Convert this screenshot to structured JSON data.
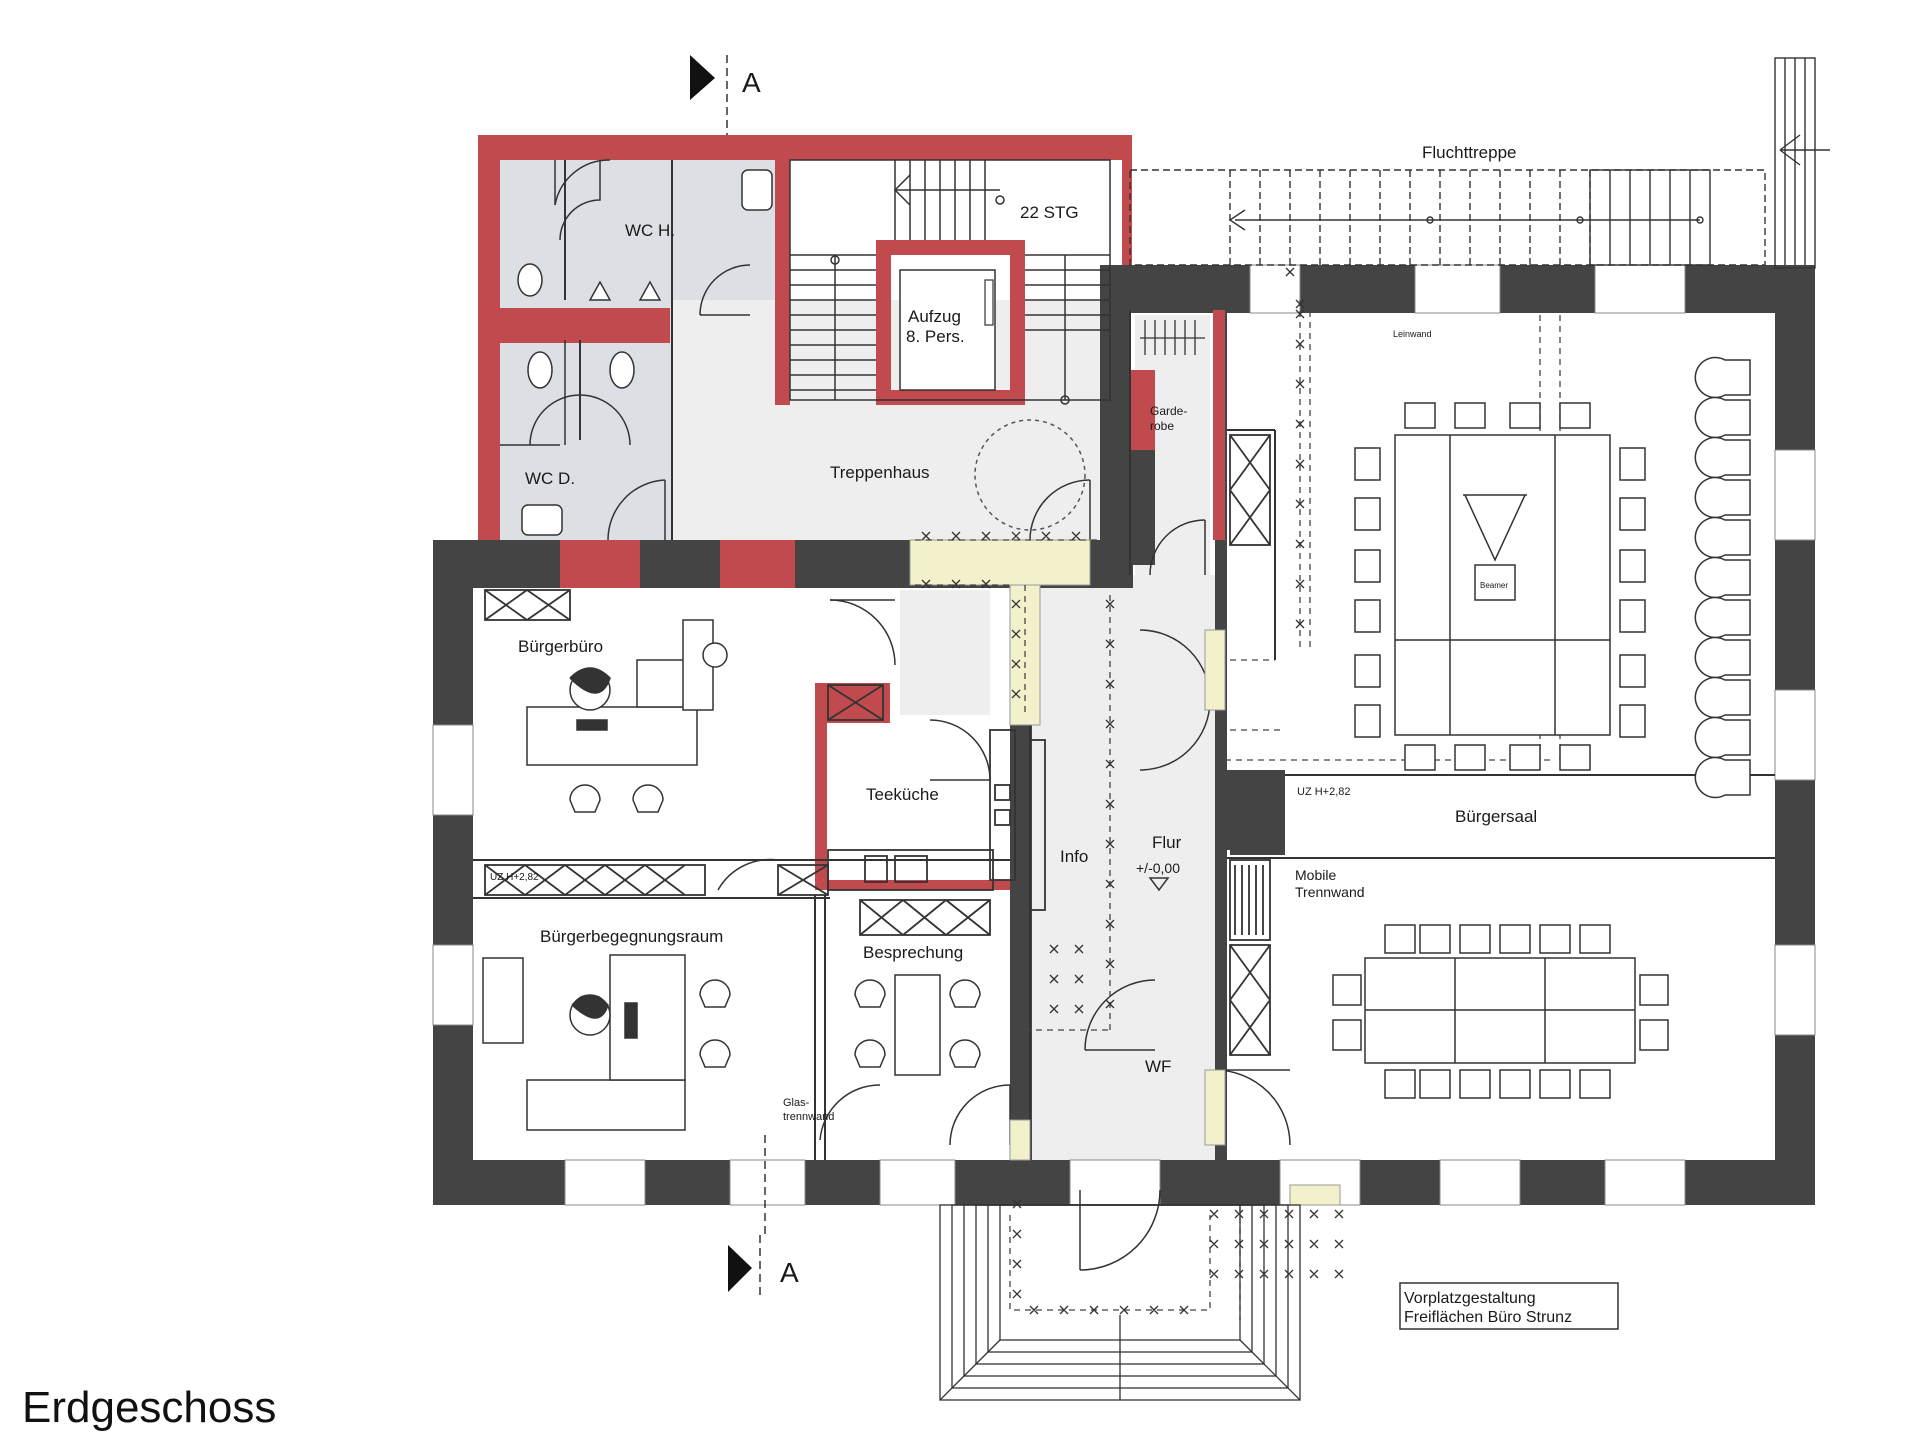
{
  "section_marker": "A",
  "title": "Erdgeschoss",
  "rooms": {
    "wc_h": "WC H.",
    "wc_d": "WC D.",
    "stg": "22 STG",
    "aufzug_1": "Aufzug",
    "aufzug_2": "8. Pers.",
    "treppenhaus": "Treppenhaus",
    "garderobe_1": "Garde-",
    "garderobe_2": "robe",
    "buergerbuero": "Bürgerbüro",
    "teekueche": "Teeküche",
    "info": "Info",
    "flur": "Flur",
    "flur_level": "+/-0,00",
    "buergerbegegnungsraum": "Bürgerbegegnungsraum",
    "besprechung": "Besprechung",
    "glastrennwand_1": "Glas-",
    "glastrennwand_2": "trennwand",
    "wf": "WF",
    "buergersaal": "Bürgersaal",
    "mobile_trennwand_1": "Mobile",
    "mobile_trennwand_2": "Trennwand",
    "leinwand": "Leinwand",
    "beamer": "Beamer",
    "ud_height": "UZ H+2,82",
    "ud_height_left": "UZ H+2,82",
    "fluchttreppe": "Fluchttreppe"
  },
  "vorplatz": {
    "line1": "Vorplatzgestaltung",
    "line2": "Freiflächen Büro Strunz"
  },
  "colors": {
    "wall_existing": "#444444",
    "wall_new": "#c04a4e",
    "floor_grey": "#eeeeee",
    "wc_grey": "#dcdfe3",
    "door_yellow": "#f3f0cc"
  }
}
